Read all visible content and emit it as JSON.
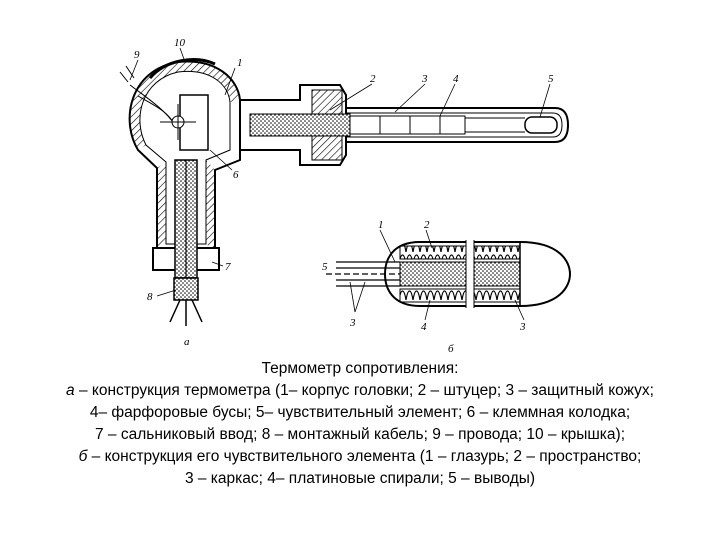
{
  "diagram_labels": {
    "a": {
      "n1": "1",
      "n2": "2",
      "n3": "3",
      "n4": "4",
      "n5": "5",
      "n6": "6",
      "n7": "7",
      "n8": "8",
      "n9": "9",
      "n10": "10",
      "letter": "а"
    },
    "b": {
      "n1": "1",
      "n2": "2",
      "n3a": "3",
      "n3b": "3",
      "n4": "4",
      "n5": "5",
      "letter": "б"
    }
  },
  "caption": {
    "title": "Термометр сопротивления:",
    "line1_prefix": "а",
    "line1_text": " – конструкция термометра (1– корпус головки; 2 – штуцер; 3 – защитный кожух;",
    "line2": "4– фарфоровые бусы; 5– чувствительный элемент; 6 – клеммная колодка;",
    "line3": "7 – сальниковый ввод;  8 – монтажный кабель; 9 – провода; 10 – крышка);",
    "line4_prefix": "б",
    "line4_text": " – конструкция его чувствительного элемента (1 – глазурь; 2 – пространство;",
    "line5": "3 – каркас; 4– платиновые спирали; 5 – выводы)"
  }
}
